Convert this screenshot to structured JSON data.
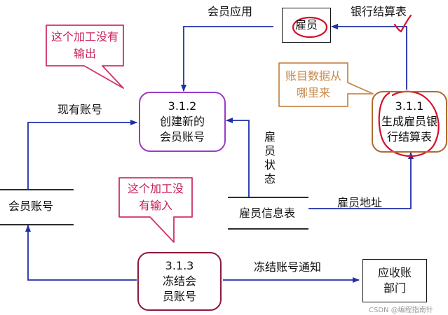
{
  "colors": {
    "arrow": "#1f2fa8",
    "process_purple": "#9a3bc7",
    "process_maroon": "#8b1a3a",
    "process_brown": "#b06a2e",
    "callout_border": "#d0306a",
    "callout_text": "#c81e5a",
    "callout2_text": "#c68a4a",
    "annotation_red": "#d4102a"
  },
  "processes": {
    "p312": {
      "number": "3.1.2",
      "text": "创建新的会员账号"
    },
    "p311": {
      "number": "3.1.1",
      "text": "生成雇员银行结算表"
    },
    "p313": {
      "number": "3.1.3",
      "text": "冻结会员账号"
    }
  },
  "entities": {
    "employee": "雇员",
    "receivables": "应收账部门"
  },
  "stores": {
    "member_account": "会员账号",
    "employee_info": "雇员信息表"
  },
  "flows": {
    "member_app": "会员应用",
    "bank_statement": "银行结算表",
    "existing_account": "现有账号",
    "employee_status": "雇员状态",
    "employee_address": "雇员地址",
    "freeze_notice": "冻结账号通知"
  },
  "callouts": {
    "no_output": "这个加工没有输出",
    "no_input": "这个加工没有输入",
    "data_source": "账目数据从哪里来"
  },
  "watermark": "CSDN @编程指南针"
}
